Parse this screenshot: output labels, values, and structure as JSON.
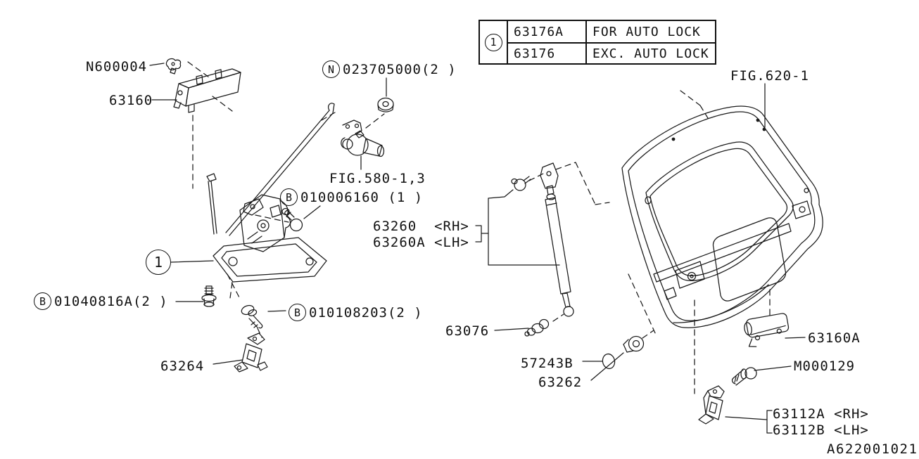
{
  "meta": {
    "drawing_number": "A622001021"
  },
  "ref_table": {
    "ref": "1",
    "rows": [
      {
        "part": "63176A",
        "note": "FOR AUTO LOCK"
      },
      {
        "part": "63176",
        "note": "EXC. AUTO LOCK"
      }
    ]
  },
  "callouts": {
    "n600004": {
      "text": "N600004"
    },
    "handle": {
      "text": "63160"
    },
    "nut": {
      "prefix": "N",
      "text": "023705000(2 )"
    },
    "fig580": {
      "text": "FIG.580-1,3"
    },
    "bolt_lock": {
      "prefix": "B",
      "text": "010006160 (1 )"
    },
    "stay_rh": {
      "text": "63260  <RH>"
    },
    "stay_lh": {
      "text": "63260A <LH>"
    },
    "latch_ref": {
      "text": "1"
    },
    "bolt_latch": {
      "prefix": "B",
      "text": "01040816A(2 )"
    },
    "bolt_lower": {
      "prefix": "B",
      "text": "010108203(2 )"
    },
    "bracket": {
      "text": "63264"
    },
    "ball_stud": {
      "text": "63076"
    },
    "plug": {
      "text": "57243B"
    },
    "grommet": {
      "text": "63262"
    },
    "fig620": {
      "text": "FIG.620-1"
    },
    "garnish": {
      "text": "63160A"
    },
    "bolt_m": {
      "text": "M000129"
    },
    "striker_rh": {
      "text": "63112A <RH>"
    },
    "striker_lh": {
      "text": "63112B <LH>"
    }
  }
}
